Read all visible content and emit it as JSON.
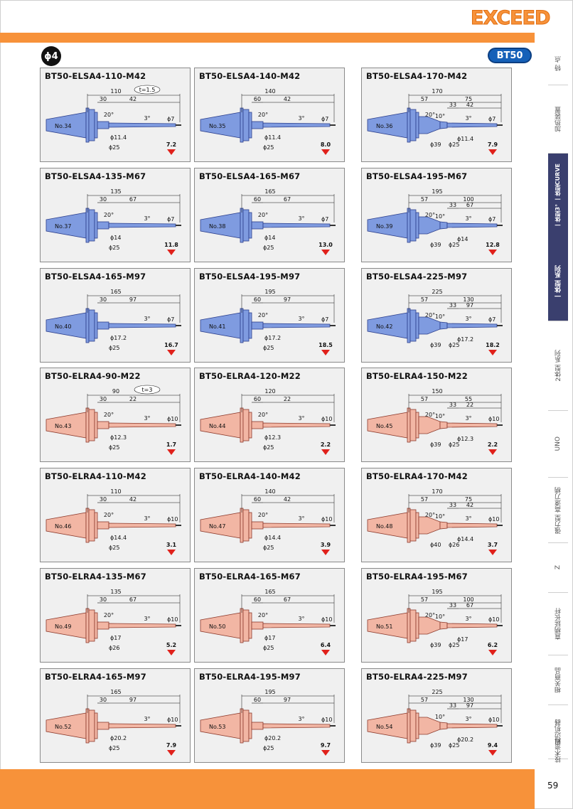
{
  "header": {
    "logo": "EXCEED",
    "diameter_badge": "ϕ4",
    "spindle_badge": "BT50"
  },
  "side_tabs": [
    {
      "label": "特 点",
      "active": false
    },
    {
      "label": "加热装置",
      "active": false
    },
    {
      "label": "一体型 系列",
      "active": true,
      "sub": "一体型3° 一体型CURVE"
    },
    {
      "label": "2体型 系列",
      "active": false
    },
    {
      "label": "UNO",
      "active": false
    },
    {
      "label": "强力型 高速刀柄",
      "active": false
    },
    {
      "label": "Z",
      "active": false
    },
    {
      "label": "直柄延长杆",
      "active": false
    },
    {
      "label": "相关商品",
      "active": false
    },
    {
      "label": "周边机器",
      "active": false
    },
    {
      "label": "技术资料",
      "active": false
    }
  ],
  "cards": [
    {
      "title": "BT50-ELSA4-110-M42",
      "no": "No.34",
      "color": "blue",
      "L": "110",
      "a": "30",
      "b": "42",
      "mid": "",
      "ds": [
        "ϕ11.4",
        "ϕ25"
      ],
      "dtip": "ϕ7",
      "angle": "3°",
      "angle2": "20°",
      "weight": "7.2",
      "note": "t=1.5"
    },
    {
      "title": "BT50-ELSA4-140-M42",
      "no": "No.35",
      "color": "blue",
      "L": "140",
      "a": "60",
      "b": "42",
      "mid": "",
      "ds": [
        "ϕ11.4",
        "ϕ25"
      ],
      "dtip": "ϕ7",
      "angle": "3°",
      "angle2": "20°",
      "weight": "8.0",
      "note": ""
    },
    {
      "title": "BT50-ELSA4-170-M42",
      "no": "No.36",
      "color": "blue",
      "L": "170",
      "a": "57",
      "b": "75",
      "mid": "33",
      "c": "42",
      "ds": [
        "ϕ11.4",
        "ϕ25",
        "ϕ39"
      ],
      "dtip": "ϕ7",
      "angle": "3°",
      "angle2": "20°",
      "angle3": "10°",
      "weight": "7.9",
      "note": ""
    },
    {
      "title": "BT50-ELSA4-135-M67",
      "no": "No.37",
      "color": "blue",
      "L": "135",
      "a": "30",
      "b": "67",
      "mid": "",
      "ds": [
        "ϕ14",
        "ϕ25"
      ],
      "dtip": "ϕ7",
      "angle": "3°",
      "angle2": "20°",
      "weight": "11.8",
      "note": ""
    },
    {
      "title": "BT50-ELSA4-165-M67",
      "no": "No.38",
      "color": "blue",
      "L": "165",
      "a": "60",
      "b": "67",
      "mid": "",
      "ds": [
        "ϕ14",
        "ϕ25"
      ],
      "dtip": "ϕ7",
      "angle": "3°",
      "angle2": "20°",
      "weight": "13.0",
      "note": ""
    },
    {
      "title": "BT50-ELSA4-195-M67",
      "no": "No.39",
      "color": "blue",
      "L": "195",
      "a": "57",
      "b": "100",
      "mid": "33",
      "c": "67",
      "ds": [
        "ϕ14",
        "ϕ25",
        "ϕ39"
      ],
      "dtip": "ϕ7",
      "angle": "3°",
      "angle2": "20°",
      "angle3": "10°",
      "weight": "12.8",
      "note": ""
    },
    {
      "title": "BT50-ELSA4-165-M97",
      "no": "No.40",
      "color": "blue",
      "L": "165",
      "a": "30",
      "b": "97",
      "mid": "",
      "ds": [
        "ϕ17.2",
        "ϕ25"
      ],
      "dtip": "ϕ7",
      "angle": "3°",
      "angle2": "",
      "weight": "16.7",
      "note": ""
    },
    {
      "title": "BT50-ELSA4-195-M97",
      "no": "No.41",
      "color": "blue",
      "L": "195",
      "a": "60",
      "b": "97",
      "mid": "",
      "ds": [
        "ϕ17.2",
        "ϕ25"
      ],
      "dtip": "ϕ7",
      "angle": "3°",
      "angle2": "20°",
      "weight": "18.5",
      "note": ""
    },
    {
      "title": "BT50-ELSA4-225-M97",
      "no": "No.42",
      "color": "blue",
      "L": "225",
      "a": "57",
      "b": "130",
      "mid": "33",
      "c": "97",
      "ds": [
        "ϕ17.2",
        "ϕ25",
        "ϕ39"
      ],
      "dtip": "ϕ7",
      "angle": "3°",
      "angle2": "20°",
      "angle3": "10°",
      "weight": "18.2",
      "note": ""
    },
    {
      "title": "BT50-ELRA4-90-M22",
      "no": "No.43",
      "color": "red",
      "L": "90",
      "a": "30",
      "b": "22",
      "mid": "",
      "ds": [
        "ϕ12.3",
        "ϕ25"
      ],
      "dtip": "ϕ10",
      "angle": "3°",
      "angle2": "20°",
      "weight": "1.7",
      "note": "t=3"
    },
    {
      "title": "BT50-ELRA4-120-M22",
      "no": "No.44",
      "color": "red",
      "L": "120",
      "a": "60",
      "b": "22",
      "mid": "",
      "ds": [
        "ϕ12.3",
        "ϕ25"
      ],
      "dtip": "ϕ10",
      "angle": "3°",
      "angle2": "20°",
      "weight": "2.2",
      "note": ""
    },
    {
      "title": "BT50-ELRA4-150-M22",
      "no": "No.45",
      "color": "red",
      "L": "150",
      "a": "57",
      "b": "55",
      "mid": "33",
      "c": "22",
      "ds": [
        "ϕ12.3",
        "ϕ25",
        "ϕ39"
      ],
      "dtip": "ϕ10",
      "angle": "3°",
      "angle2": "20°",
      "angle3": "10°",
      "weight": "2.2",
      "note": ""
    },
    {
      "title": "BT50-ELRA4-110-M42",
      "no": "No.46",
      "color": "red",
      "L": "110",
      "a": "30",
      "b": "42",
      "mid": "",
      "ds": [
        "ϕ14.4",
        "ϕ25"
      ],
      "dtip": "ϕ10",
      "angle": "3°",
      "angle2": "20°",
      "weight": "3.1",
      "note": ""
    },
    {
      "title": "BT50-ELRA4-140-M42",
      "no": "No.47",
      "color": "red",
      "L": "140",
      "a": "60",
      "b": "42",
      "mid": "",
      "ds": [
        "ϕ14.4",
        "ϕ25"
      ],
      "dtip": "ϕ10",
      "angle": "3°",
      "angle2": "20°",
      "weight": "3.9",
      "note": ""
    },
    {
      "title": "BT50-ELRA4-170-M42",
      "no": "No.48",
      "color": "red",
      "L": "170",
      "a": "57",
      "b": "75",
      "mid": "33",
      "c": "42",
      "ds": [
        "ϕ14.4",
        "ϕ26",
        "ϕ40"
      ],
      "dtip": "ϕ10",
      "angle": "3°",
      "angle2": "20°",
      "angle3": "10°",
      "weight": "3.7",
      "note": ""
    },
    {
      "title": "BT50-ELRA4-135-M67",
      "no": "No.49",
      "color": "red",
      "L": "135",
      "a": "30",
      "b": "67",
      "mid": "",
      "ds": [
        "ϕ17",
        "ϕ26"
      ],
      "dtip": "ϕ10",
      "angle": "3°",
      "angle2": "20°",
      "weight": "5.2",
      "note": ""
    },
    {
      "title": "BT50-ELRA4-165-M67",
      "no": "No.50",
      "color": "red",
      "L": "165",
      "a": "60",
      "b": "67",
      "mid": "",
      "ds": [
        "ϕ17",
        "ϕ25"
      ],
      "dtip": "ϕ10",
      "angle": "3°",
      "angle2": "20°",
      "weight": "6.4",
      "note": ""
    },
    {
      "title": "BT50-ELRA4-195-M67",
      "no": "No.51",
      "color": "red",
      "L": "195",
      "a": "57",
      "b": "100",
      "mid": "33",
      "c": "67",
      "ds": [
        "ϕ17",
        "ϕ25",
        "ϕ39"
      ],
      "dtip": "ϕ10",
      "angle": "3°",
      "angle2": "20°",
      "angle3": "10°",
      "weight": "6.2",
      "note": ""
    },
    {
      "title": "BT50-ELRA4-165-M97",
      "no": "No.52",
      "color": "red",
      "L": "165",
      "a": "30",
      "b": "97",
      "mid": "",
      "ds": [
        "ϕ20.2",
        "ϕ25"
      ],
      "dtip": "ϕ10",
      "angle": "3°",
      "angle2": "",
      "weight": "7.9",
      "note": ""
    },
    {
      "title": "BT50-ELRA4-195-M97",
      "no": "No.53",
      "color": "red",
      "L": "195",
      "a": "60",
      "b": "97",
      "mid": "",
      "ds": [
        "ϕ20.2",
        "ϕ25"
      ],
      "dtip": "ϕ10",
      "angle": "3°",
      "angle2": "",
      "weight": "9.7",
      "note": ""
    },
    {
      "title": "BT50-ELRA4-225-M97",
      "no": "No.54",
      "color": "red",
      "L": "225",
      "a": "57",
      "b": "130",
      "mid": "33",
      "c": "97",
      "ds": [
        "ϕ20.2",
        "ϕ25",
        "ϕ39"
      ],
      "dtip": "ϕ10",
      "angle": "3°",
      "angle2": "",
      "angle3": "10°",
      "weight": "9.4",
      "note": ""
    }
  ],
  "colors": {
    "orange": "#f7923a",
    "blue_body": "#7f9be0",
    "blue_stroke": "#2c3f8c",
    "red_body": "#f2b6a4",
    "red_stroke": "#8c3a2c",
    "weight_arrow": "#e0211b"
  },
  "page_number": "59"
}
